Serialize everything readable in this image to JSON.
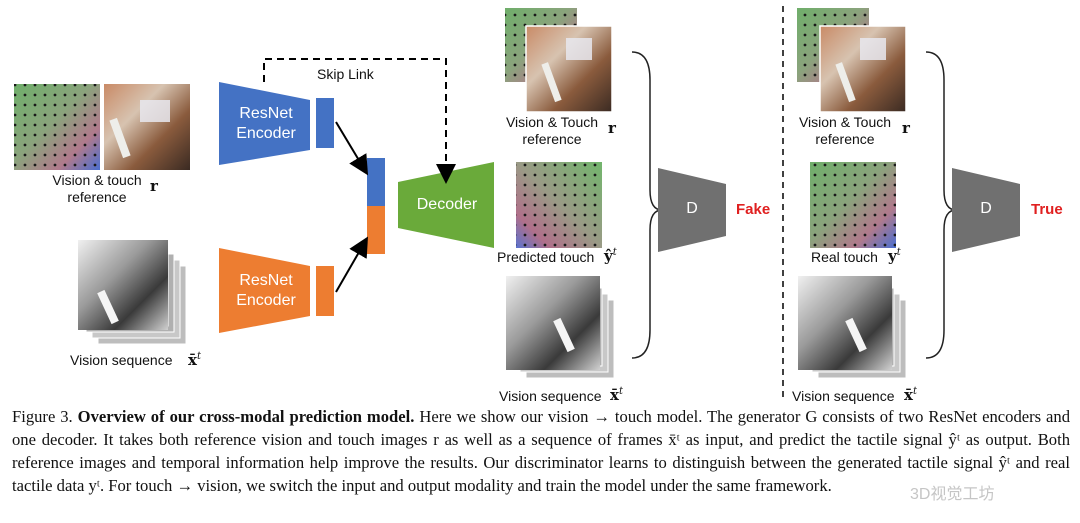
{
  "diagram": {
    "skip_link": "Skip Link",
    "encoder_1": "ResNet\nEncoder",
    "encoder_2": "ResNet\nEncoder",
    "decoder": "Decoder",
    "discriminator_fake": "D",
    "discriminator_true": "D",
    "fake_label": "Fake",
    "true_label": "True",
    "input_reference_label": "Vision & touch\nreference",
    "input_reference_symbol": "r",
    "input_sequence_label": "Vision sequence",
    "input_sequence_symbol": "x̄",
    "mid_reference_label": "Vision & Touch\nreference",
    "mid_reference_symbol": "r",
    "predicted_touch_label": "Predicted touch",
    "predicted_touch_symbol": "ŷ",
    "mid_sequence_label": "Vision sequence",
    "mid_sequence_symbol": "x̄",
    "right_reference_label": "Vision & Touch\nreference",
    "right_reference_symbol": "r",
    "real_touch_label": "Real touch",
    "real_touch_symbol": "y",
    "right_sequence_label": "Vision sequence",
    "right_sequence_symbol": "x̄",
    "superscript": "t",
    "colors": {
      "encoder_top": "#4472c4",
      "encoder_bottom": "#ed7d31",
      "decoder": "#6aaa3a",
      "discriminator": "#707070",
      "fake": "#e02020",
      "true": "#e02020"
    }
  },
  "caption": {
    "figure_label": "Figure 3.",
    "title": "Overview of our cross-modal prediction model.",
    "text": "Here we show our vision → touch model. The generator G consists of two ResNet encoders and one decoder. It takes both reference vision and touch images r as well as a sequence of frames x̄ᵗ as input, and predict the tactile signal ŷᵗ as output. Both reference images and temporal information help improve the results. Our discriminator learns to distinguish between the generated tactile signal ŷᵗ and real tactile data yᵗ. For touch → vision, we switch the input and output modality and train the model under the same framework."
  },
  "watermark": "3D视觉工坊"
}
